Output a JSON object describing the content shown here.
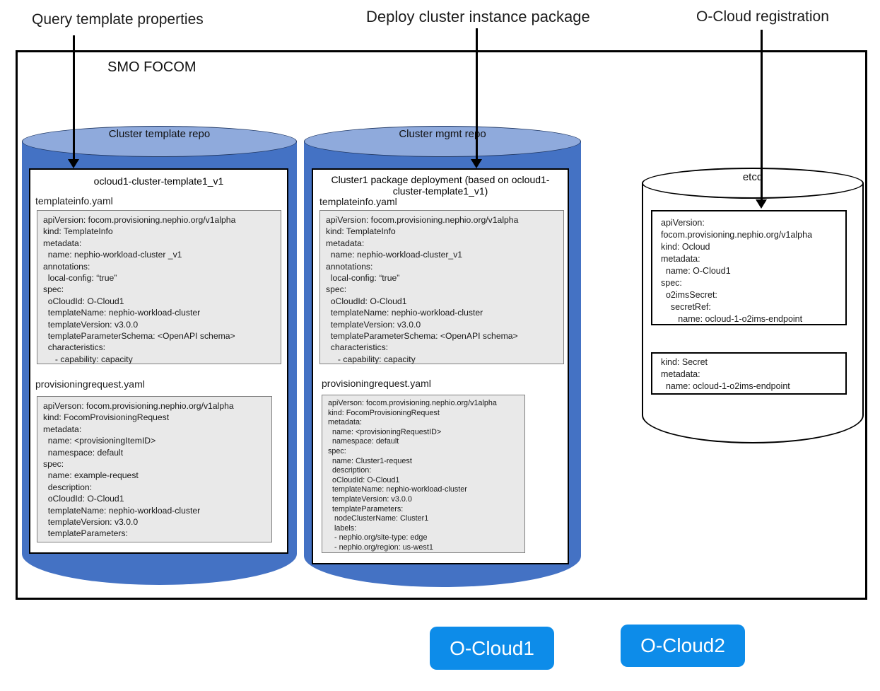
{
  "colors": {
    "cylinder_body": "#4472C4",
    "cylinder_top": "#8FAADC",
    "cylinder_outline": "#203864",
    "yaml_fill": "#E9E9E9",
    "yaml_border": "#808080",
    "cloud_button_blue": "#0D8CE9",
    "outline_black": "#000000"
  },
  "annotations": {
    "query": "Query template properties",
    "deploy": "Deploy cluster instance package",
    "registration": "O-Cloud registration"
  },
  "smo": {
    "title": "SMO FOCOM"
  },
  "template_repo": {
    "title": "Cluster template repo",
    "package": {
      "title": "ocloud1-cluster-template1_v1",
      "files": [
        {
          "name": "templateinfo.yaml",
          "content": "apiVersion: focom.provisioning.nephio.org/v1alpha\nkind: TemplateInfo\nmetadata:\n  name: nephio-workload-cluster _v1\nannotations:\n  local-config: “true”\nspec:\n  oCloudId: O-Cloud1\n  templateName: nephio-workload-cluster\n  templateVersion: v3.0.0\n  templateParameterSchema: <OpenAPI schema>\n  characteristics:\n     - capability: capacity\n  metadata:"
        },
        {
          "name": "provisioningrequest.yaml",
          "content": "apiVerson: focom.provisioning.nephio.org/v1alpha\nkind: FocomProvisioningRequest\nmetadata:\n  name: <provisioningItemID>\n  namespace: default\nspec:\n  name: example-request\n  description:\n  oCloudId: O-Cloud1\n  templateName: nephio-workload-cluster\n  templateVersion: v3.0.0\n  templateParameters:"
        }
      ]
    }
  },
  "mgmt_repo": {
    "title": "Cluster mgmt repo",
    "package": {
      "title": "Cluster1 package deployment (based on ocloud1-cluster-template1_v1)",
      "files": [
        {
          "name": "templateinfo.yaml",
          "content": "apiVersion: focom.provisioning.nephio.org/v1alpha\nkind: TemplateInfo\nmetadata:\n  name: nephio-workload-cluster_v1\nannotations:\n  local-config: “true”\nspec:\n  oCloudId: O-Cloud1\n  templateName: nephio-workload-cluster\n  templateVersion: v3.0.0\n  templateParameterSchema: <OpenAPI schema>\n  characteristics:\n     - capability: capacity\n  metadata:"
        },
        {
          "name": "provisioningrequest.yaml",
          "content": "apiVerson: focom.provisioning.nephio.org/v1alpha\nkind: FocomProvisioningRequest\nmetadata:\n  name: <provisioningRequestID>\n  namespace: default\nspec:\n  name: Cluster1-request\n  description:\n  oCloudId: O-Cloud1\n  templateName: nephio-workload-cluster\n  templateVersion: v3.0.0\n  templateParameters:\n   nodeClusterName: Cluster1\n   labels:\n   - nephio.org/site-type: edge\n   - nephio.org/region: us-west1"
        }
      ]
    }
  },
  "etcd": {
    "title": "etcd",
    "resources": [
      {
        "content": "apiVersion:\nfocom.provisioning.nephio.org/v1alpha\nkind: Ocloud\nmetadata:\n  name: O-Cloud1\nspec:\n  o2imsSecret:\n    secretRef:\n       name: ocloud-1-o2ims-endpoint"
      },
      {
        "content": "kind: Secret\nmetadata:\n  name: ocloud-1-o2ims-endpoint"
      }
    ]
  },
  "clouds": [
    {
      "label": "O-Cloud1"
    },
    {
      "label": "O-Cloud2"
    }
  ]
}
